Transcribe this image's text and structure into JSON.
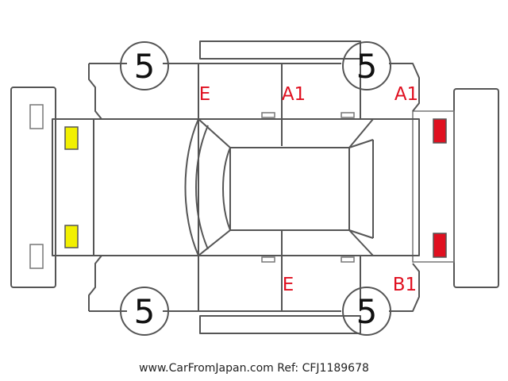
{
  "tires": {
    "front_left": "5",
    "front_right": "5",
    "rear_left": "5",
    "rear_right": "5"
  },
  "damage_codes": {
    "top_front_door": "E",
    "top_rear_door": "A1",
    "top_rear_quarter": "A1",
    "bottom_rear_door": "E",
    "bottom_rear_quarter": "B1"
  },
  "colors": {
    "code_text": "#e01020",
    "front_lamp": "#f2f000",
    "rear_lamp": "#e01020",
    "outline": "#555555"
  },
  "footer": {
    "text": "www.CarFromJapan.com Ref: CFJ1189678"
  }
}
